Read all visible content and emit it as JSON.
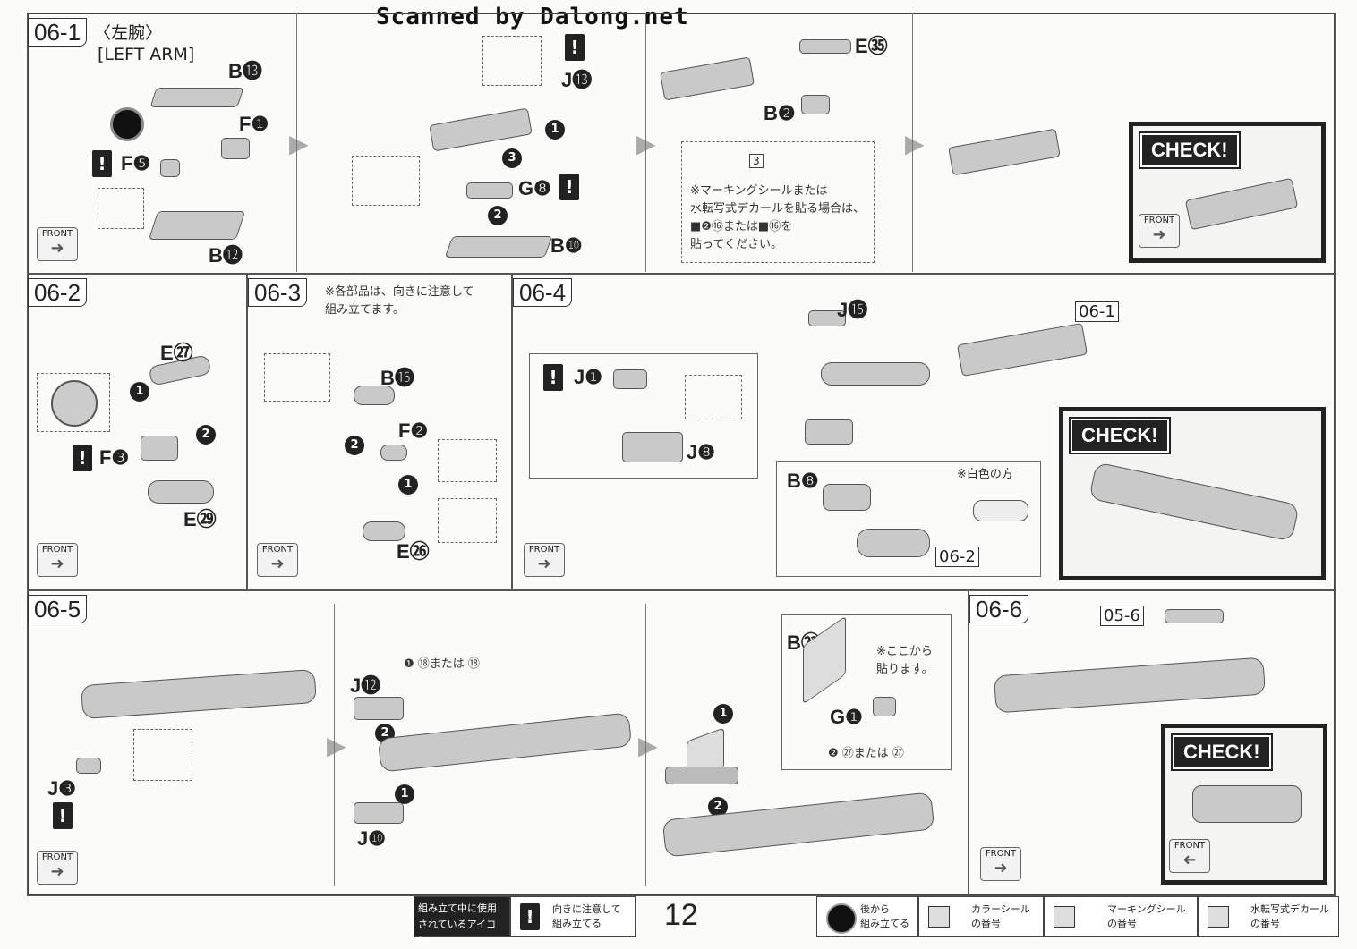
{
  "watermark": "Scanned by Dalong.net",
  "page_number": "12",
  "panels": {
    "p061": {
      "tag": "06-1",
      "title_jp": "〈左腕〉",
      "title_en": "[LEFT ARM]",
      "labels": [
        "B⓭",
        "F❶",
        "F❺",
        "B⓬",
        "J⓭",
        "G❽",
        "B❿",
        "E㉟",
        "B❷"
      ],
      "sticker_text": "※マーキングシールまたは\n水転写式デカールを貼る場合は、\n■❷⑯または■⑯を\n貼ってください。",
      "sticker_num": "3"
    },
    "p062": {
      "tag": "06-2",
      "labels": [
        "E㉗",
        "F❸",
        "E㉙"
      ]
    },
    "p063": {
      "tag": "06-3",
      "note": "※各部品は、向きに注意して\n組み立てます。",
      "labels": [
        "B⓯",
        "F❷",
        "E㉖"
      ]
    },
    "p064": {
      "tag": "06-4",
      "labels": [
        "J⓯",
        "J❶",
        "J❽",
        "B❽"
      ],
      "ref1": "06-1",
      "ref2": "06-2",
      "white_note": "※白色の方"
    },
    "p065": {
      "tag": "06-5",
      "labels": [
        "J❸",
        "J⓬",
        "J❿",
        "B㉓",
        "G❶"
      ],
      "sticker1": "❶ ⑱または ⑱",
      "sticker2": "❷ ㉗または ㉗",
      "paste_note": "※ここから\n貼ります。"
    },
    "p066": {
      "tag": "06-6",
      "ref": "05-6"
    }
  },
  "check_label": "CHECK!",
  "front_label": "FRONT",
  "legend": {
    "title": "組み立て中に使用\nされているアイコン",
    "items": [
      {
        "icon": "!",
        "text": "向きに注意して\n組み立てる"
      },
      {
        "icon": "●",
        "text": "後から\n組み立てる"
      },
      {
        "icon": "1",
        "text": "カラーシール\nの番号"
      },
      {
        "icon": "❶①",
        "text": "マーキングシール\nの番号"
      },
      {
        "icon": "①",
        "text": "水転写式デカール\nの番号"
      }
    ]
  }
}
